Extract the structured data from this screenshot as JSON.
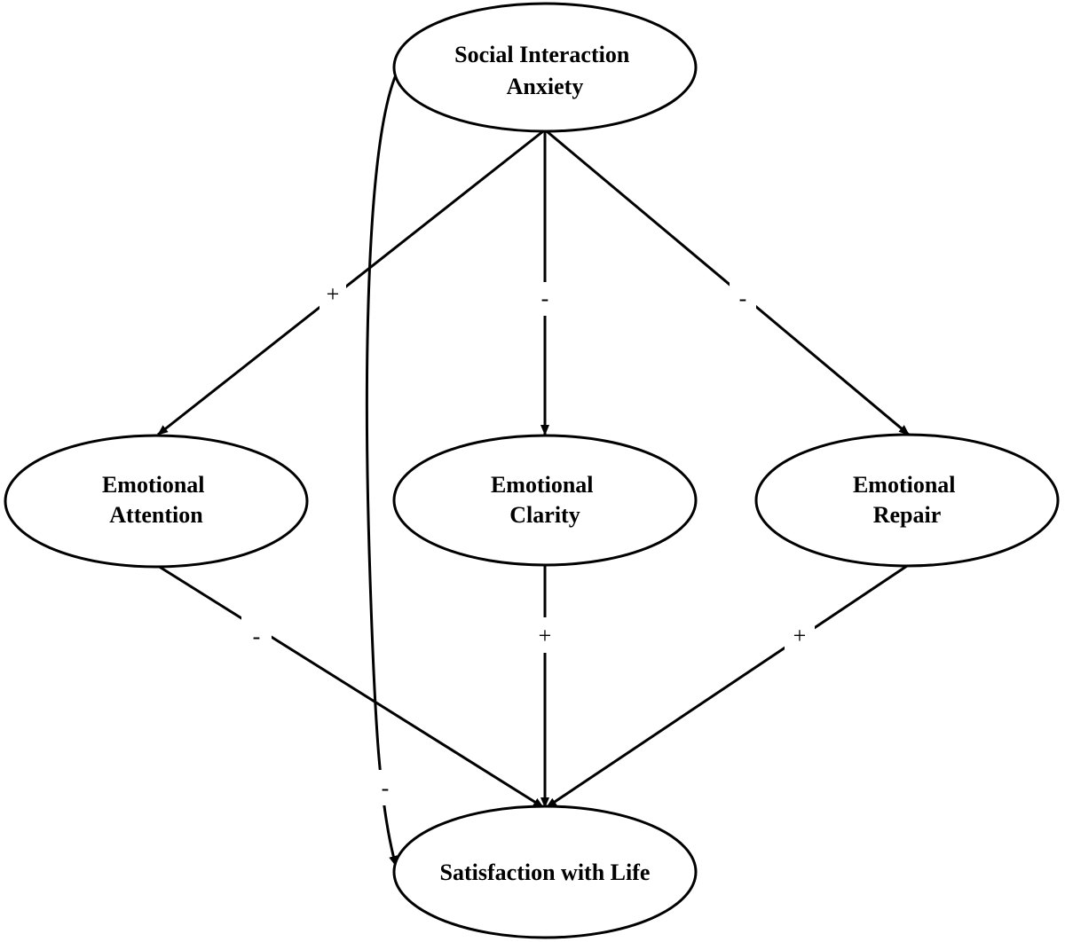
{
  "nodes": {
    "social_interaction_anxiety": {
      "lines": [
        "Social Interaction",
        "Anxiety"
      ]
    },
    "emotional_attention": {
      "lines": [
        "Emotional",
        "Attention"
      ]
    },
    "emotional_clarity": {
      "lines": [
        "Emotional",
        "Clarity"
      ]
    },
    "emotional_repair": {
      "lines": [
        "Emotional",
        "Repair"
      ]
    },
    "satisfaction_with_life": {
      "lines": [
        "Satisfaction with Life"
      ]
    }
  },
  "edges": [
    {
      "from": "Social Interaction Anxiety",
      "to": "Emotional Attention",
      "sign": "+"
    },
    {
      "from": "Social Interaction Anxiety",
      "to": "Emotional Clarity",
      "sign": "-"
    },
    {
      "from": "Social Interaction Anxiety",
      "to": "Emotional Repair",
      "sign": "-"
    },
    {
      "from": "Emotional Attention",
      "to": "Satisfaction with Life",
      "sign": "-"
    },
    {
      "from": "Emotional Clarity",
      "to": "Satisfaction with Life",
      "sign": "+"
    },
    {
      "from": "Emotional Repair",
      "to": "Satisfaction with Life",
      "sign": "+"
    },
    {
      "from": "Social Interaction Anxiety",
      "to": "Satisfaction with Life",
      "sign": "-"
    }
  ]
}
